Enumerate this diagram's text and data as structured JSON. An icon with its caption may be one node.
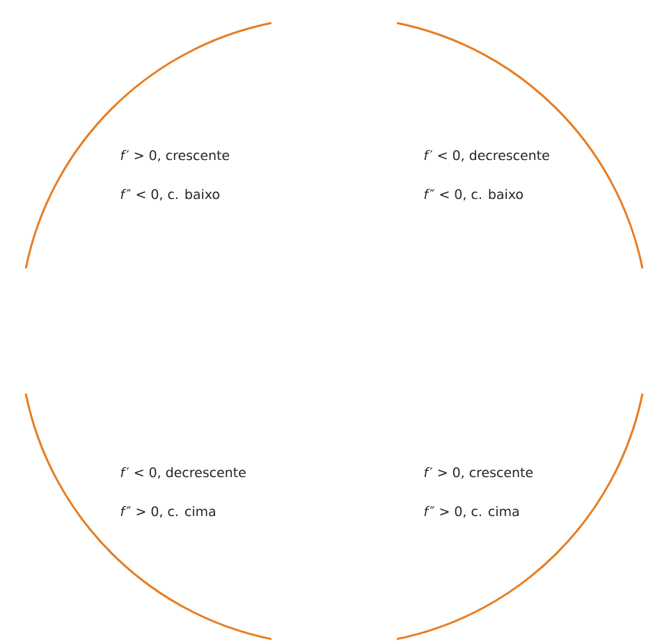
{
  "diagram": {
    "labels": [
      "*f*′ > 0, crescente",
      "*f*′ < 0, decrescente",
      "*f*″ < 0, c. baixo",
      "*f*″ < 0, c. baixo",
      "*f*′ < 0, decrescente",
      "*f*′ > 0, crescente",
      "*f*″ > 0, c. cima",
      "*f*″ > 0, c. cima"
    ]
  }
}
